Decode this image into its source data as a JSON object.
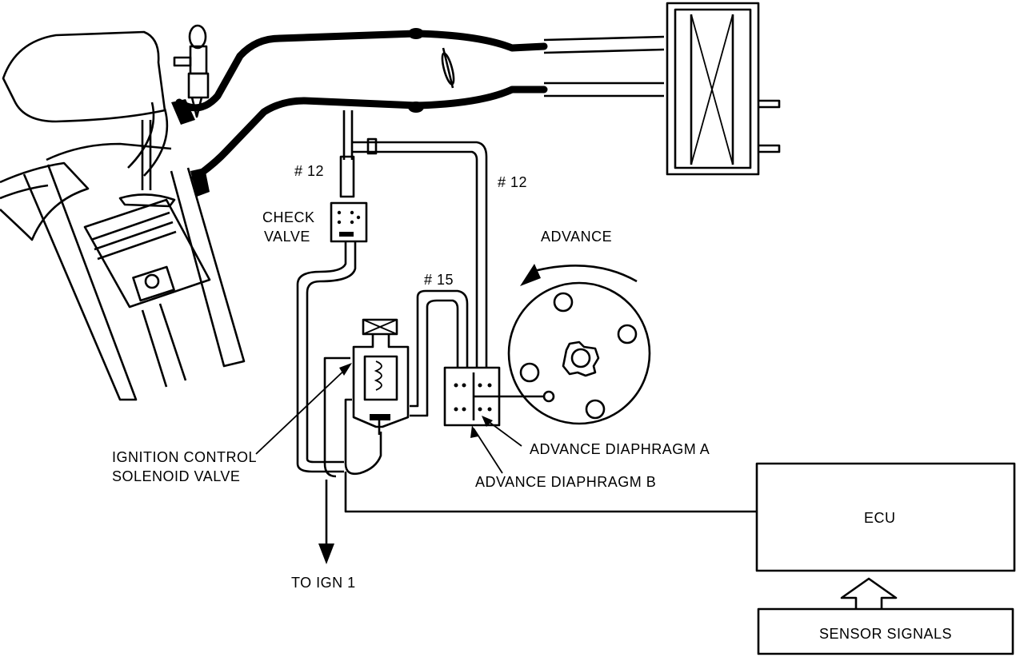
{
  "diagram": {
    "labels": {
      "hose_12_left": "# 12",
      "hose_12_right": "# 12",
      "hose_15": "# 15",
      "check_valve_line1": "CHECK",
      "check_valve_line2": "VALVE",
      "advance": "ADVANCE",
      "solenoid_line1": "IGNITION CONTROL",
      "solenoid_line2": "SOLENOID VALVE",
      "advance_diaphragm_a": "ADVANCE DIAPHRAGM A",
      "advance_diaphragm_b": "ADVANCE DIAPHRAGM B",
      "ecu": "ECU",
      "to_ign": "TO IGN 1",
      "sensor_signals": "SENSOR SIGNALS"
    }
  }
}
